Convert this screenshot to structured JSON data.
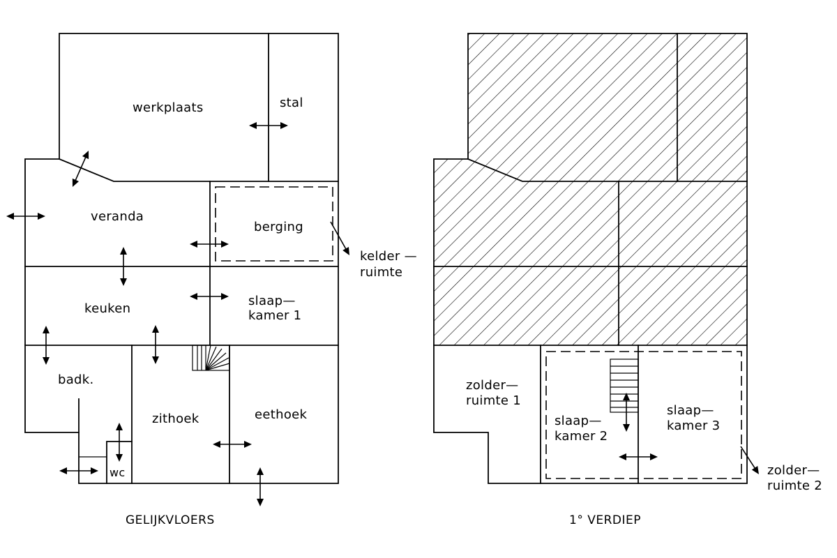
{
  "ground_floor": {
    "title": "GELIJKVLOERS",
    "rooms": {
      "werkplaats": "werkplaats",
      "stal": "stal",
      "veranda": "veranda",
      "berging": "berging",
      "keuken": "keuken",
      "slaapkamer1_l1": "slaap—",
      "slaapkamer1_l2": "kamer  1",
      "badk": "badk.",
      "zithoek": "zithoek",
      "eethoek": "eethoek",
      "wc": "wc"
    },
    "kelder_l1": "kelder  —",
    "kelder_l2": "ruimte"
  },
  "first_floor": {
    "title": "1°  VERDIEP",
    "rooms": {
      "zolder1_l1": "zolder—",
      "zolder1_l2": "ruimte  1",
      "slaapkamer2_l1": "slaap—",
      "slaapkamer2_l2": "kamer  2",
      "slaapkamer3_l1": "slaap—",
      "slaapkamer3_l2": "kamer  3"
    },
    "zolder2_l1": "zolder—",
    "zolder2_l2": "ruimte  2"
  }
}
